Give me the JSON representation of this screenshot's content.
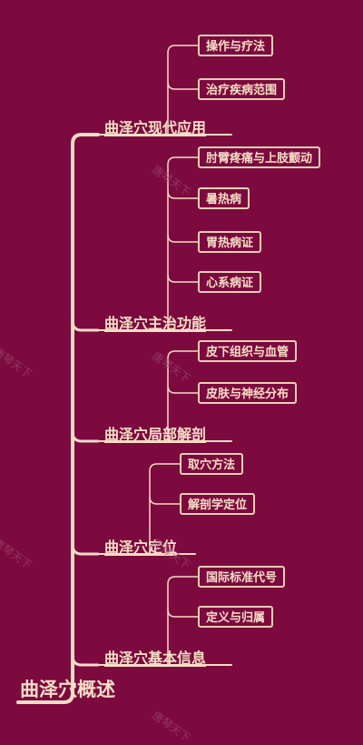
{
  "root": "曲泽穴概述",
  "branches": [
    {
      "label": "曲泽穴现代应用",
      "children": [
        "操作与疗法",
        "治疗疾病范围"
      ]
    },
    {
      "label": "曲泽穴主治功能",
      "children": [
        "肘臂疼痛与上肢颤动",
        "暑热病",
        "胃热病证",
        "心系病证"
      ]
    },
    {
      "label": "曲泽穴局部解剖",
      "children": [
        "皮下组织与血管",
        "皮肤与神经分布"
      ]
    },
    {
      "label": "曲泽穴定位",
      "children": [
        "取穴方法",
        "解剖学定位"
      ]
    },
    {
      "label": "曲泽穴基本信息",
      "children": [
        "国际标准代号",
        "定义与归属"
      ]
    }
  ],
  "watermark": "唐琴天下",
  "colors": {
    "background": "#7d0a3e",
    "line": "#f3dcc4",
    "text": "#f6dfc6"
  }
}
